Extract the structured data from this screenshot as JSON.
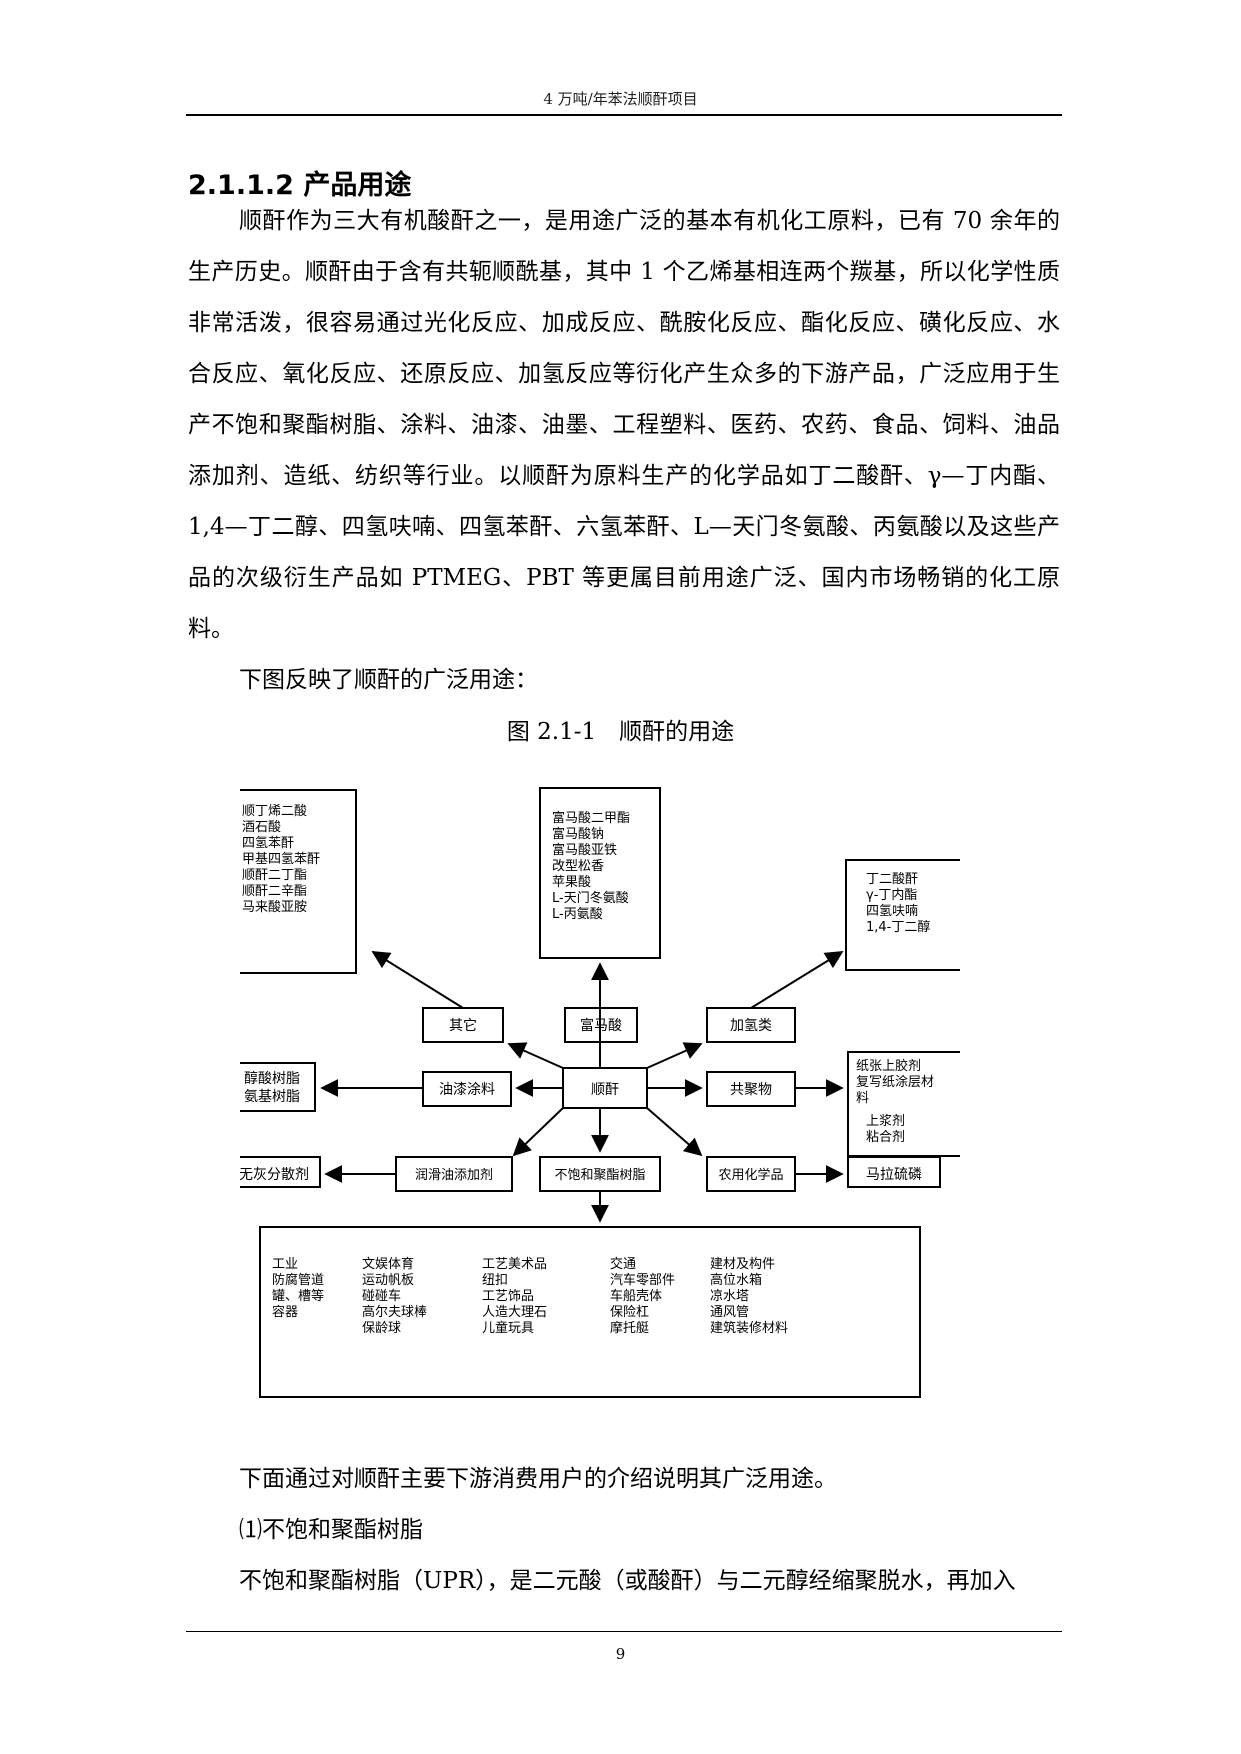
{
  "header": {
    "title": "4 万吨/年苯法顺酐项目"
  },
  "section": {
    "heading": "2.1.1.2 产品用途"
  },
  "paragraphs": {
    "p1": "顺酐作为三大有机酸酐之一，是用途广泛的基本有机化工原料，已有 70 余年的生产历史。顺酐由于含有共轭顺酰基，其中 1 个乙烯基相连两个羰基，所以化学性质非常活泼，很容易通过光化反应、加成反应、酰胺化反应、酯化反应、磺化反应、水合反应、氧化反应、还原反应、加氢反应等衍化产生众多的下游产品，广泛应用于生产不饱和聚酯树脂、涂料、油漆、油墨、工程塑料、医药、农药、食品、饲料、油品添加剂、造纸、纺织等行业。以顺酐为原料生产的化学品如丁二酸酐、γ—丁内酯、1,4—丁二醇、四氢呋喃、四氢苯酐、六氢苯酐、L—天门冬氨酸、丙氨酸以及这些产品的次级衍生产品如 PTMEG、PBT 等更属目前用途广泛、国内市场畅销的化工原料。",
    "p2": "下图反映了顺酐的广泛用途：",
    "p3": "下面通过对顺酐主要下游消费用户的介绍说明其广泛用途。",
    "p4": "⑴不饱和聚酯树脂",
    "p5": "不饱和聚酯树脂（UPR），是二元酸（或酸酐）与二元醇经缩聚脱水，再加入"
  },
  "figure": {
    "caption": "图 2.1-1　顺酐的用途",
    "center": "顺酐",
    "nodes": {
      "other": "其它",
      "fumaric": "富马酸",
      "hydro": "加氢类",
      "paint": "油漆涂料",
      "copolymer": "共聚物",
      "lube": "润滑油添加剂",
      "upr": "不饱和聚酯树脂",
      "agro": "农用化学品"
    },
    "outer": {
      "alkyd": [
        "醇酸树脂",
        "氨基树脂"
      ],
      "ashless": "无灰分散剂",
      "malathion": "马拉硫磷",
      "other_list": [
        "顺丁烯二酸",
        "酒石酸",
        "四氢苯酐",
        "甲基四氢苯酐",
        "顺酐二丁酯",
        "顺酐二辛酯",
        "马来酸亚胺"
      ],
      "fumaric_list": [
        "富马酸二甲酯",
        "富马酸钠",
        "富马酸亚铁",
        "改型松香",
        "苹果酸",
        "L-天门冬氨酸",
        "L-丙氨酸"
      ],
      "hydro_list": [
        "丁二酸酐",
        "γ-丁内酯",
        "四氢呋喃",
        "1,4-丁二醇"
      ],
      "copolymer_list": [
        "纸张上胶剂",
        "复写纸涂层材",
        "料",
        "上浆剂",
        "粘合剂"
      ]
    },
    "bottom": [
      [
        "工业",
        "防腐管道",
        "罐、槽等",
        "容器"
      ],
      [
        "文娱体育",
        "运动帆板",
        "碰碰车",
        "高尔夫球棒",
        "保龄球"
      ],
      [
        "工艺美术品",
        "纽扣",
        "工艺饰品",
        "人造大理石",
        "儿童玩具"
      ],
      [
        "交通",
        "汽车零部件",
        "车船壳体",
        "保险杠",
        "摩托艇"
      ],
      [
        "建材及构件",
        "高位水箱",
        "凉水塔",
        "通风管",
        "建筑装修材料"
      ]
    ]
  },
  "footer": {
    "page_number": "9"
  }
}
